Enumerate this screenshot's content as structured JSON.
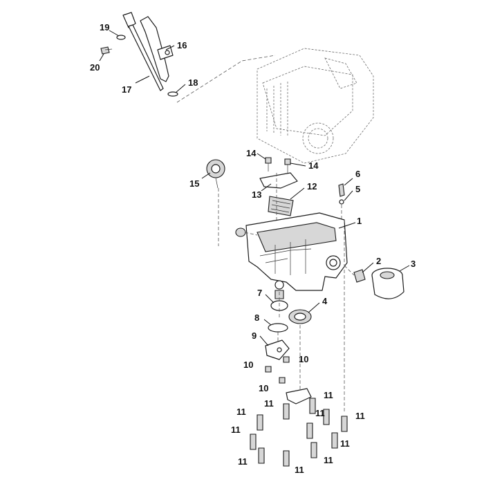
{
  "diagram": {
    "callouts": [
      {
        "id": "c1",
        "text": "1"
      },
      {
        "id": "c2",
        "text": "2"
      },
      {
        "id": "c3",
        "text": "3"
      },
      {
        "id": "c4",
        "text": "4"
      },
      {
        "id": "c5",
        "text": "5"
      },
      {
        "id": "c6",
        "text": "6"
      },
      {
        "id": "c7",
        "text": "7"
      },
      {
        "id": "c8",
        "text": "8"
      },
      {
        "id": "c9",
        "text": "9"
      },
      {
        "id": "c10a",
        "text": "10"
      },
      {
        "id": "c10b",
        "text": "10"
      },
      {
        "id": "c10c",
        "text": "10"
      },
      {
        "id": "c11a",
        "text": "11"
      },
      {
        "id": "c11b",
        "text": "11"
      },
      {
        "id": "c11c",
        "text": "11"
      },
      {
        "id": "c11d",
        "text": "11"
      },
      {
        "id": "c11e",
        "text": "11"
      },
      {
        "id": "c11f",
        "text": "11"
      },
      {
        "id": "c11g",
        "text": "11"
      },
      {
        "id": "c11h",
        "text": "11"
      },
      {
        "id": "c11i",
        "text": "11"
      },
      {
        "id": "c11j",
        "text": "11"
      },
      {
        "id": "c12",
        "text": "12"
      },
      {
        "id": "c13",
        "text": "13"
      },
      {
        "id": "c14a",
        "text": "14"
      },
      {
        "id": "c14b",
        "text": "14"
      },
      {
        "id": "c15",
        "text": "15"
      },
      {
        "id": "c16",
        "text": "16"
      },
      {
        "id": "c17",
        "text": "17"
      },
      {
        "id": "c18",
        "text": "18"
      },
      {
        "id": "c19",
        "text": "19"
      },
      {
        "id": "c20",
        "text": "20"
      }
    ]
  }
}
